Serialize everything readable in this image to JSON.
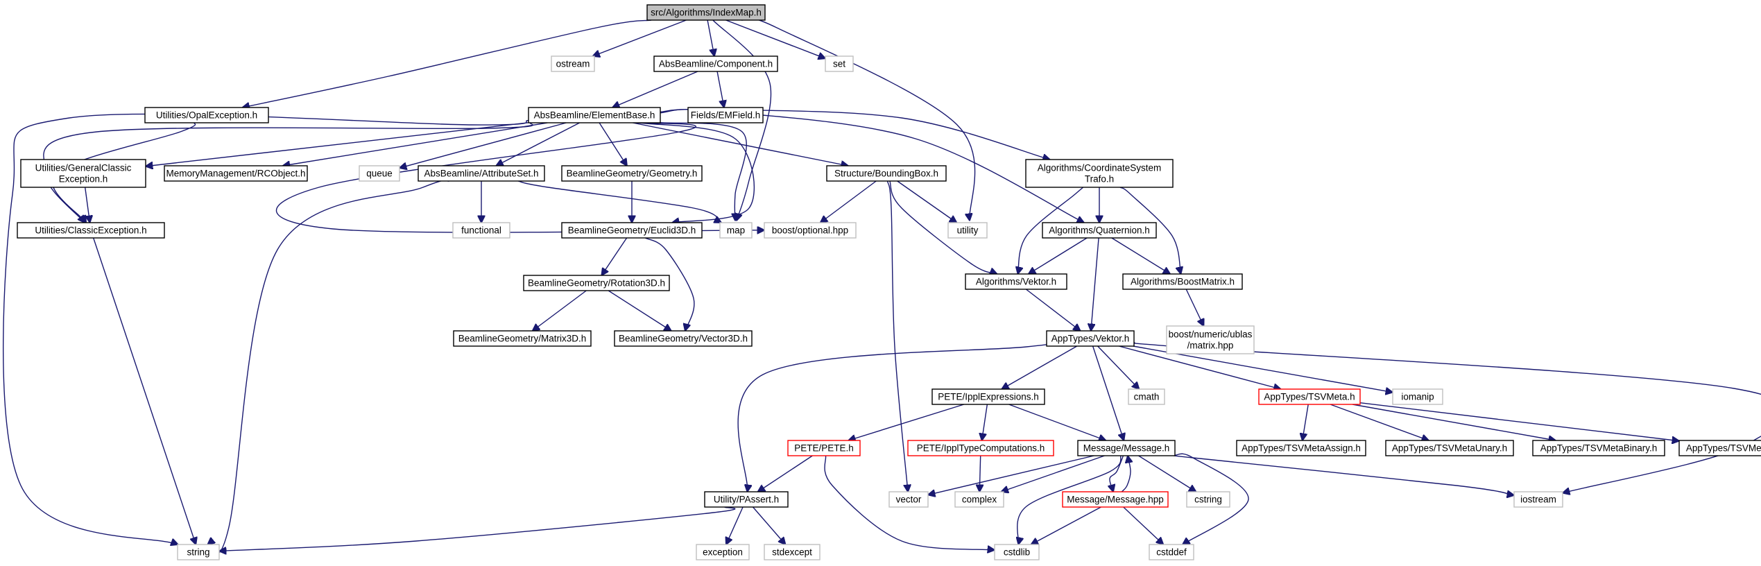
{
  "colors": {
    "edge": "#191970",
    "node_border_default": "#000000",
    "node_border_external": "#bfbfbf",
    "node_border_truncated": "#ff0000",
    "node_fill_root": "#bfbfbf",
    "node_fill_default": "#ffffff",
    "text": "#000000"
  },
  "nodes": [
    {
      "id": "root",
      "label": "src/Algorithms/IndexMap.h",
      "kind": "root"
    },
    {
      "id": "ostream",
      "label": "ostream",
      "kind": "external"
    },
    {
      "id": "component",
      "label": "AbsBeamline/Component.h",
      "kind": "default"
    },
    {
      "id": "set",
      "label": "set",
      "kind": "external"
    },
    {
      "id": "opalexc",
      "label": "Utilities/OpalException.h",
      "kind": "default"
    },
    {
      "id": "elementbase",
      "label": "AbsBeamline/ElementBase.h",
      "kind": "default"
    },
    {
      "id": "emfield",
      "label": "Fields/EMField.h",
      "kind": "default"
    },
    {
      "id": "genclassic",
      "label": [
        "Utilities/GeneralClassic",
        "Exception.h"
      ],
      "kind": "default"
    },
    {
      "id": "rcobject",
      "label": "MemoryManagement/RCObject.h",
      "kind": "default"
    },
    {
      "id": "queue",
      "label": "queue",
      "kind": "external"
    },
    {
      "id": "attrset",
      "label": "AbsBeamline/AttributeSet.h",
      "kind": "default"
    },
    {
      "id": "geometry",
      "label": "BeamlineGeometry/Geometry.h",
      "kind": "default"
    },
    {
      "id": "boundingbox",
      "label": "Structure/BoundingBox.h",
      "kind": "default"
    },
    {
      "id": "coordtrafo",
      "label": [
        "Algorithms/CoordinateSystem",
        "Trafo.h"
      ],
      "kind": "default"
    },
    {
      "id": "classicexc",
      "label": "Utilities/ClassicException.h",
      "kind": "default"
    },
    {
      "id": "functional",
      "label": "functional",
      "kind": "external"
    },
    {
      "id": "euclid3d",
      "label": "BeamlineGeometry/Euclid3D.h",
      "kind": "default"
    },
    {
      "id": "map",
      "label": "map",
      "kind": "external"
    },
    {
      "id": "optional",
      "label": "boost/optional.hpp",
      "kind": "external"
    },
    {
      "id": "utility",
      "label": "utility",
      "kind": "external"
    },
    {
      "id": "quaternion",
      "label": "Algorithms/Quaternion.h",
      "kind": "default"
    },
    {
      "id": "rotation3d",
      "label": "BeamlineGeometry/Rotation3D.h",
      "kind": "default"
    },
    {
      "id": "algvektor",
      "label": "Algorithms/Vektor.h",
      "kind": "default"
    },
    {
      "id": "boostmatrix",
      "label": "Algorithms/BoostMatrix.h",
      "kind": "default"
    },
    {
      "id": "matrix3d",
      "label": "BeamlineGeometry/Matrix3D.h",
      "kind": "default"
    },
    {
      "id": "vector3d",
      "label": "BeamlineGeometry/Vector3D.h",
      "kind": "default"
    },
    {
      "id": "ublas",
      "label": [
        "boost/numeric/ublas",
        "/matrix.hpp"
      ],
      "kind": "external"
    },
    {
      "id": "appvektor",
      "label": "AppTypes/Vektor.h",
      "kind": "default"
    },
    {
      "id": "ipplexpr",
      "label": "PETE/IpplExpressions.h",
      "kind": "default"
    },
    {
      "id": "cmath",
      "label": "cmath",
      "kind": "external"
    },
    {
      "id": "tsvmeta",
      "label": "AppTypes/TSVMeta.h",
      "kind": "truncated"
    },
    {
      "id": "iomanip",
      "label": "iomanip",
      "kind": "external"
    },
    {
      "id": "pete",
      "label": "PETE/PETE.h",
      "kind": "truncated"
    },
    {
      "id": "ippltypecomp",
      "label": "PETE/IpplTypeComputations.h",
      "kind": "truncated"
    },
    {
      "id": "messageh",
      "label": "Message/Message.h",
      "kind": "default"
    },
    {
      "id": "tsvassign",
      "label": "AppTypes/TSVMetaAssign.h",
      "kind": "default"
    },
    {
      "id": "tsvunary",
      "label": "AppTypes/TSVMetaUnary.h",
      "kind": "default"
    },
    {
      "id": "tsvbinary",
      "label": "AppTypes/TSVMetaBinary.h",
      "kind": "default"
    },
    {
      "id": "tsvdot",
      "label": "AppTypes/TSVMetaDot.h",
      "kind": "default"
    },
    {
      "id": "passert",
      "label": "Utility/PAssert.h",
      "kind": "default"
    },
    {
      "id": "vector",
      "label": "vector",
      "kind": "external"
    },
    {
      "id": "complex",
      "label": "complex",
      "kind": "external"
    },
    {
      "id": "messagehpp",
      "label": "Message/Message.hpp",
      "kind": "truncated"
    },
    {
      "id": "cstring",
      "label": "cstring",
      "kind": "external"
    },
    {
      "id": "iostream",
      "label": "iostream",
      "kind": "external"
    },
    {
      "id": "string",
      "label": "string",
      "kind": "external"
    },
    {
      "id": "exception",
      "label": "exception",
      "kind": "external"
    },
    {
      "id": "stdexcept",
      "label": "stdexcept",
      "kind": "external"
    },
    {
      "id": "cstdlib",
      "label": "cstdlib",
      "kind": "external"
    },
    {
      "id": "cstddef",
      "label": "cstddef",
      "kind": "external"
    }
  ],
  "edges": [
    {
      "from": "root",
      "to": "ostream"
    },
    {
      "from": "root",
      "to": "component"
    },
    {
      "from": "root",
      "to": "set"
    },
    {
      "from": "root",
      "to": "opalexc"
    },
    {
      "from": "root",
      "to": "map"
    },
    {
      "from": "root",
      "to": "utility"
    },
    {
      "from": "component",
      "to": "elementbase"
    },
    {
      "from": "component",
      "to": "emfield"
    },
    {
      "from": "opalexc",
      "to": "classicexc"
    },
    {
      "from": "elementbase",
      "to": "string"
    },
    {
      "from": "elementbase",
      "to": "genclassic"
    },
    {
      "from": "elementbase",
      "to": "classicexc"
    },
    {
      "from": "elementbase",
      "to": "rcobject"
    },
    {
      "from": "elementbase",
      "to": "queue"
    },
    {
      "from": "elementbase",
      "to": "attrset"
    },
    {
      "from": "elementbase",
      "to": "geometry"
    },
    {
      "from": "elementbase",
      "to": "euclid3d"
    },
    {
      "from": "elementbase",
      "to": "map"
    },
    {
      "from": "elementbase",
      "to": "optional"
    },
    {
      "from": "elementbase",
      "to": "boundingbox"
    },
    {
      "from": "elementbase",
      "to": "coordtrafo"
    },
    {
      "from": "elementbase",
      "to": "quaternion"
    },
    {
      "from": "genclassic",
      "to": "classicexc"
    },
    {
      "from": "classicexc",
      "to": "string"
    },
    {
      "from": "attrset",
      "to": "functional"
    },
    {
      "from": "attrset",
      "to": "map"
    },
    {
      "from": "attrset",
      "to": "string"
    },
    {
      "from": "geometry",
      "to": "euclid3d"
    },
    {
      "from": "euclid3d",
      "to": "rotation3d"
    },
    {
      "from": "euclid3d",
      "to": "vector3d"
    },
    {
      "from": "rotation3d",
      "to": "matrix3d"
    },
    {
      "from": "rotation3d",
      "to": "vector3d"
    },
    {
      "from": "boundingbox",
      "to": "optional"
    },
    {
      "from": "boundingbox",
      "to": "utility"
    },
    {
      "from": "boundingbox",
      "to": "algvektor"
    },
    {
      "from": "boundingbox",
      "to": "vector"
    },
    {
      "from": "coordtrafo",
      "to": "quaternion"
    },
    {
      "from": "coordtrafo",
      "to": "algvektor"
    },
    {
      "from": "coordtrafo",
      "to": "boostmatrix"
    },
    {
      "from": "quaternion",
      "to": "algvektor"
    },
    {
      "from": "quaternion",
      "to": "boostmatrix"
    },
    {
      "from": "quaternion",
      "to": "appvektor"
    },
    {
      "from": "algvektor",
      "to": "appvektor"
    },
    {
      "from": "boostmatrix",
      "to": "ublas"
    },
    {
      "from": "appvektor",
      "to": "passert"
    },
    {
      "from": "appvektor",
      "to": "ipplexpr"
    },
    {
      "from": "appvektor",
      "to": "messageh"
    },
    {
      "from": "appvektor",
      "to": "cmath"
    },
    {
      "from": "appvektor",
      "to": "tsvmeta"
    },
    {
      "from": "appvektor",
      "to": "iomanip"
    },
    {
      "from": "appvektor",
      "to": "iostream"
    },
    {
      "from": "ipplexpr",
      "to": "pete"
    },
    {
      "from": "ipplexpr",
      "to": "ippltypecomp"
    },
    {
      "from": "ipplexpr",
      "to": "messageh"
    },
    {
      "from": "tsvmeta",
      "to": "tsvassign"
    },
    {
      "from": "tsvmeta",
      "to": "tsvunary"
    },
    {
      "from": "tsvmeta",
      "to": "tsvbinary"
    },
    {
      "from": "tsvmeta",
      "to": "tsvdot"
    },
    {
      "from": "pete",
      "to": "passert"
    },
    {
      "from": "pete",
      "to": "cstdlib"
    },
    {
      "from": "ippltypecomp",
      "to": "complex"
    },
    {
      "from": "messageh",
      "to": "vector"
    },
    {
      "from": "messageh",
      "to": "complex"
    },
    {
      "from": "messageh",
      "to": "messagehpp"
    },
    {
      "from": "messageh",
      "to": "cstring"
    },
    {
      "from": "messageh",
      "to": "iostream"
    },
    {
      "from": "messageh",
      "to": "cstdlib"
    },
    {
      "from": "messageh",
      "to": "cstddef"
    },
    {
      "from": "messagehpp",
      "to": "messageh"
    },
    {
      "from": "messagehpp",
      "to": "cstdlib"
    },
    {
      "from": "messagehpp",
      "to": "cstddef"
    },
    {
      "from": "passert",
      "to": "string"
    },
    {
      "from": "passert",
      "to": "exception"
    },
    {
      "from": "passert",
      "to": "stdexcept"
    }
  ]
}
